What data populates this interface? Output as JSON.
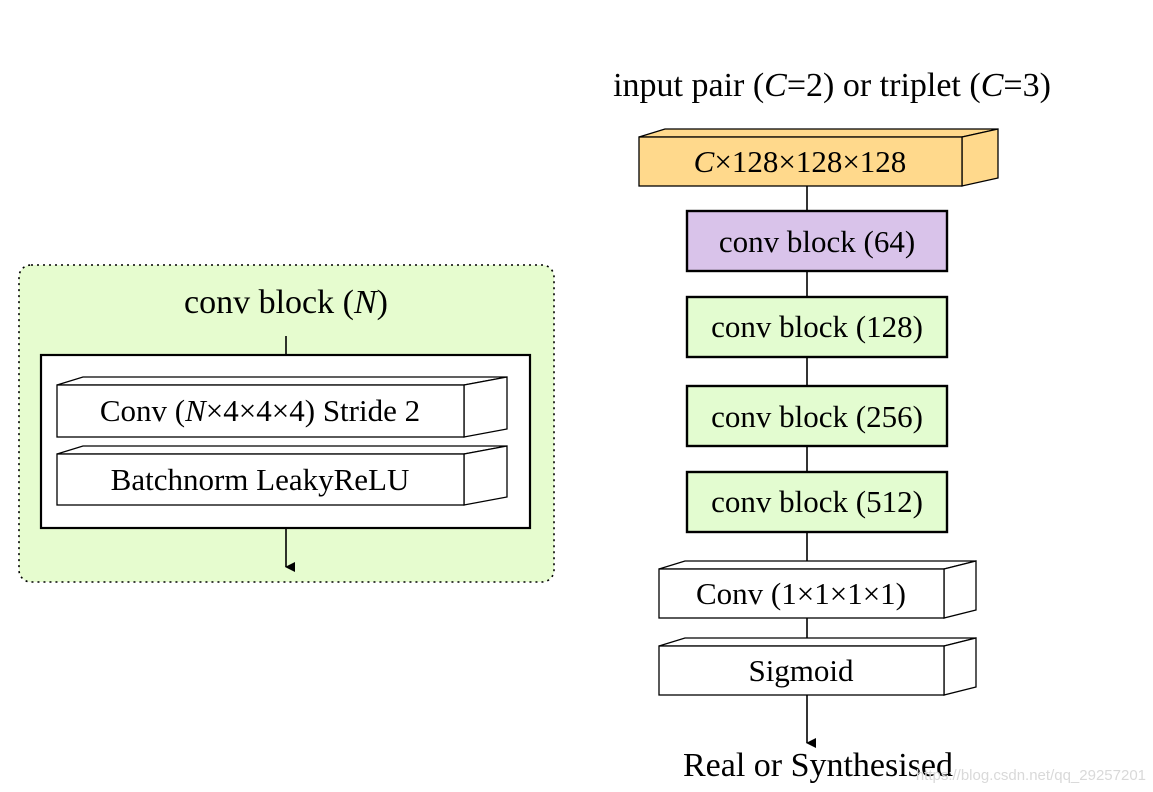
{
  "diagram": {
    "input_label": {
      "pre": "input pair (",
      "var1": "C",
      "mid": "=2) or triplet (",
      "var2": "C",
      "post": "=3)"
    },
    "input_tensor": {
      "var": "C",
      "text": "×128×128×128"
    },
    "conv_blocks": [
      "conv block (64)",
      "conv block (128)",
      "conv block (256)",
      "conv block (512)"
    ],
    "final_conv": "Conv (1×1×1×1)",
    "sigmoid": "Sigmoid",
    "output_label": "Real or Synthesised",
    "legend": {
      "title_pre": "conv block (",
      "title_var": "N",
      "title_post": ")",
      "conv_pre": "Conv (",
      "conv_var": "N",
      "conv_post": "×4×4×4) Stride 2",
      "norm": "Batchnorm LeakyReLU"
    },
    "watermark": "https://blog.csdn.net/qq_29257201"
  },
  "colors": {
    "input_fill": "#ffd98c",
    "first_block_fill": "#d9c3ea",
    "block_fill": "#e3fcd0",
    "legend_fill": "#e6fccf",
    "stroke": "#000000"
  }
}
